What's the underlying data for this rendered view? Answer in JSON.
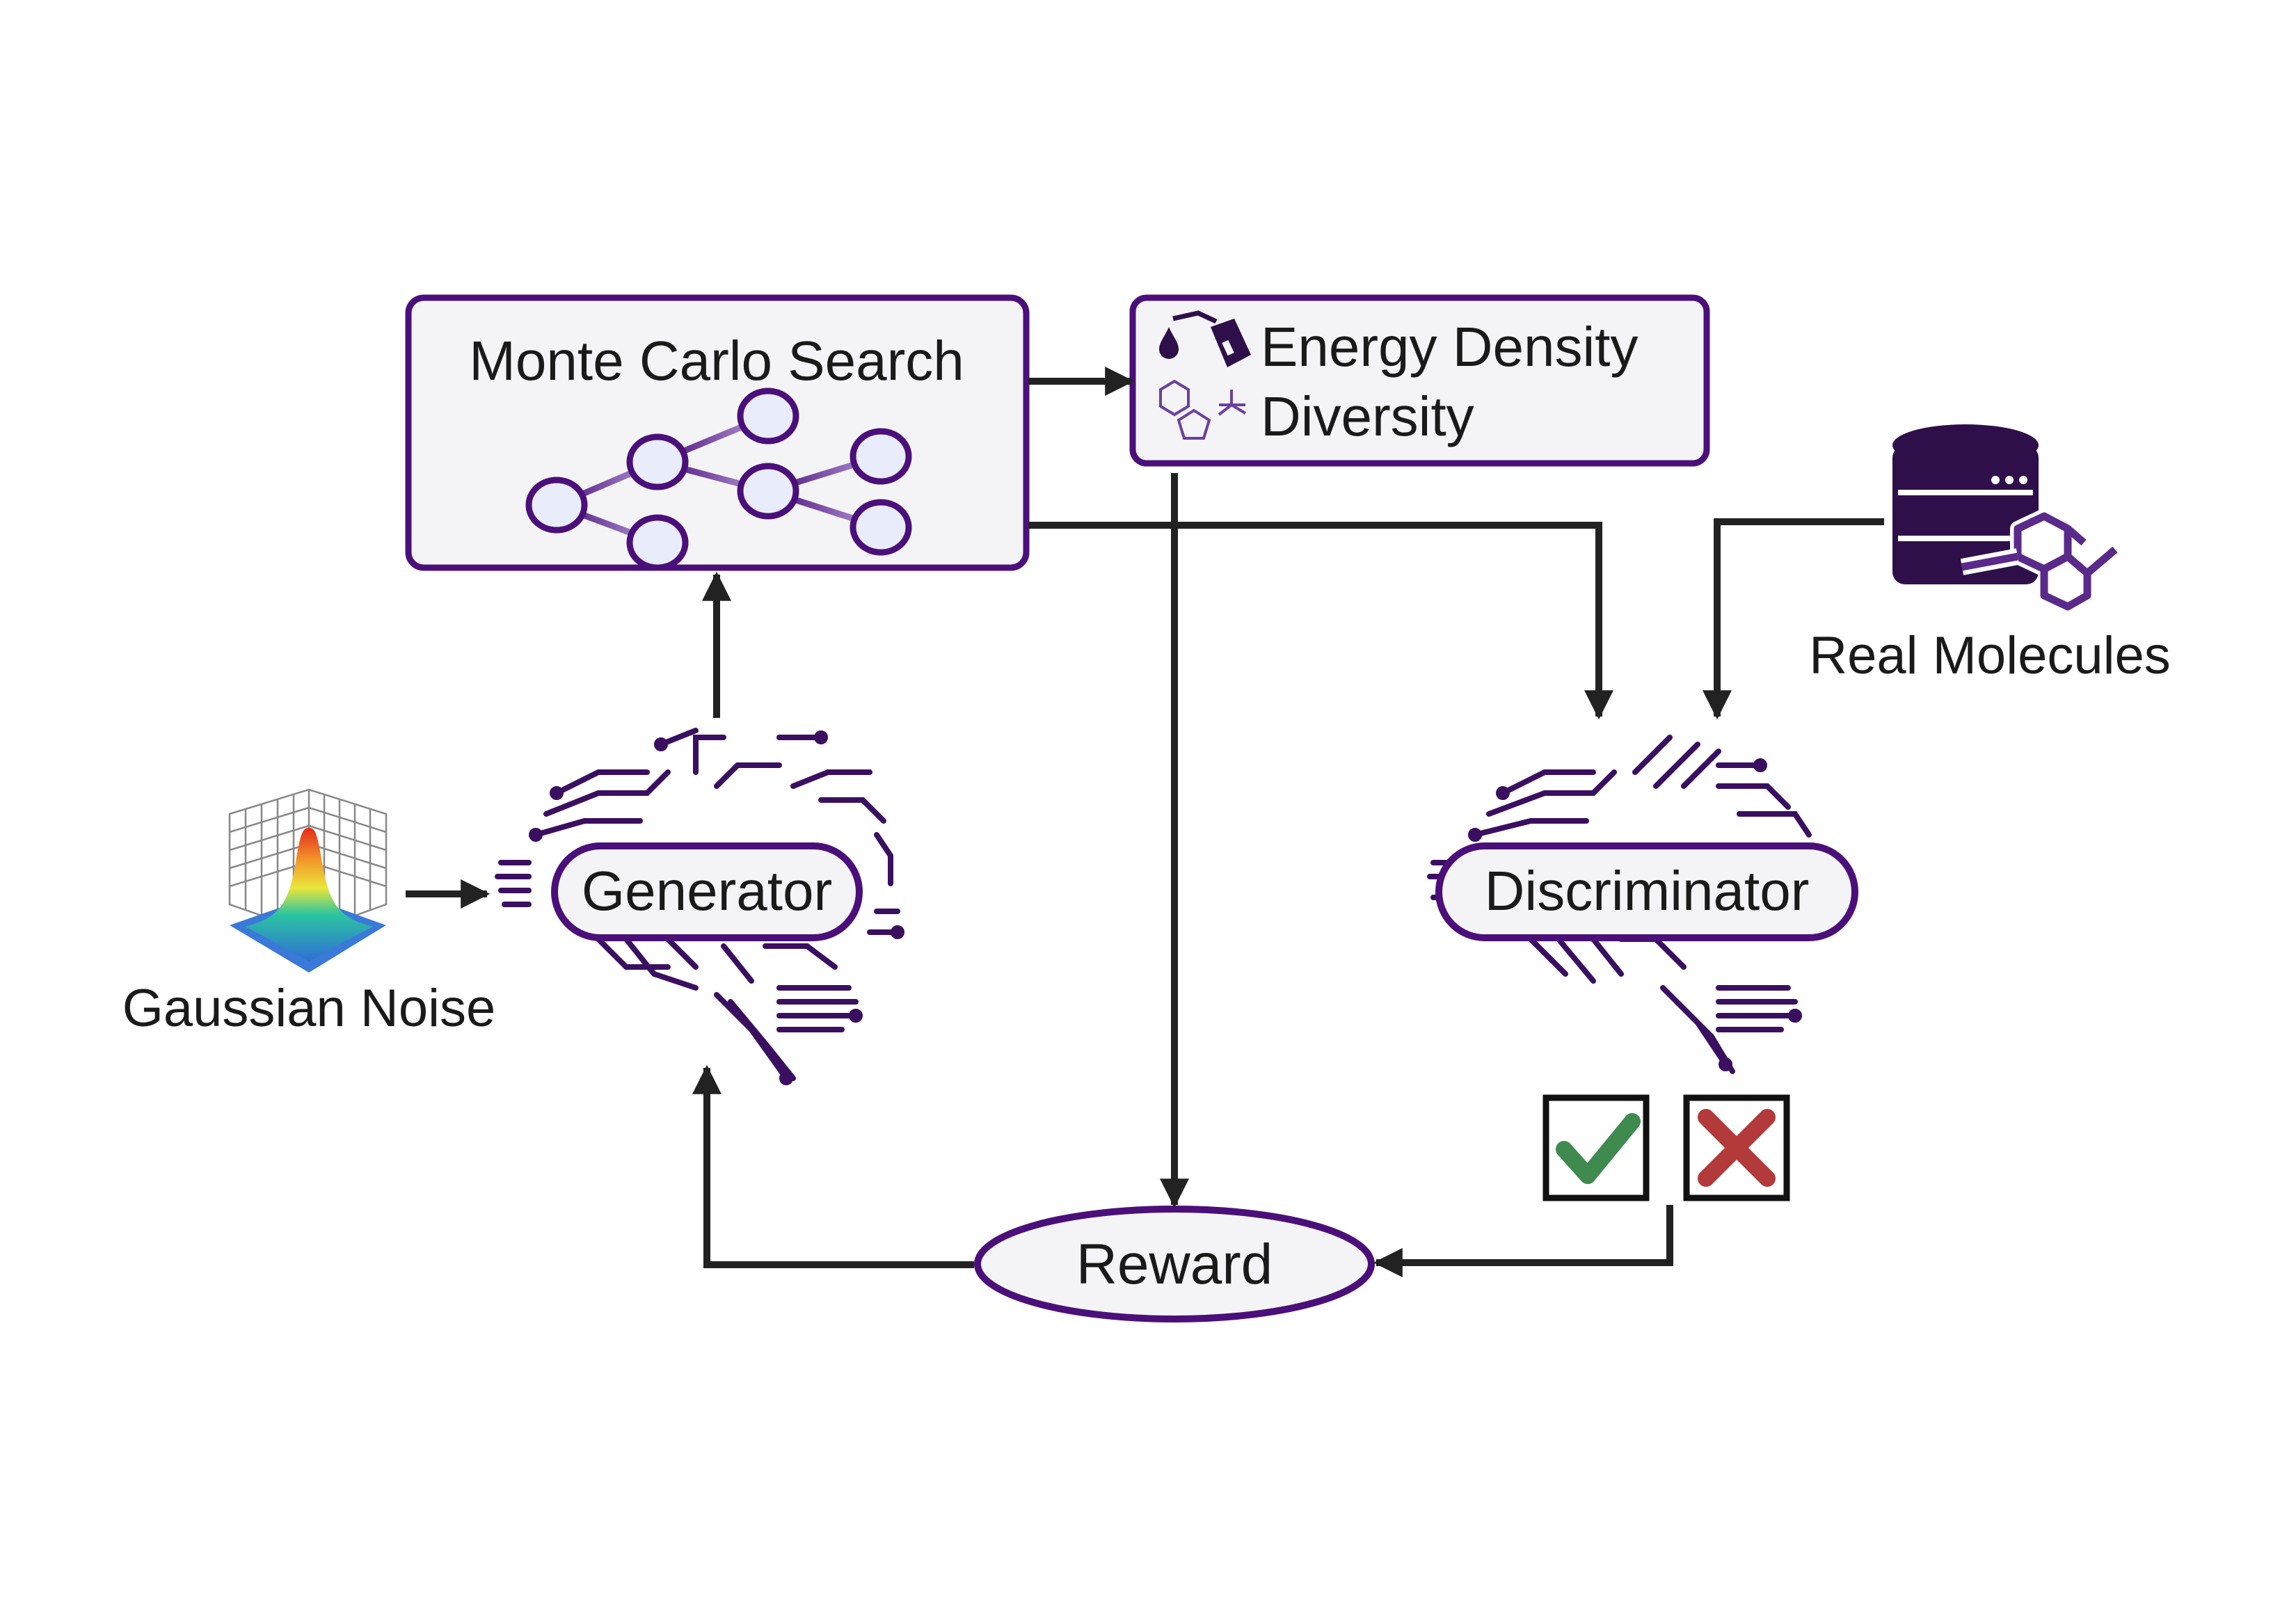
{
  "boxes": {
    "monte_carlo": {
      "title": "Monte Carlo Search"
    },
    "objectives": {
      "line1": "Energy Density",
      "line2": "Diversity"
    }
  },
  "nodes": {
    "generator": "Generator",
    "discriminator": "Discriminator",
    "reward": "Reward"
  },
  "labels": {
    "gaussian_noise": "Gaussian Noise",
    "real_molecules": "Real Molecules"
  },
  "colors": {
    "purple": "#4b0f7a",
    "box_fill": "#f4f4f6",
    "node_fill": "#e9ecfb",
    "arrow": "#222222",
    "check": "#3f8a4f",
    "cross": "#b23a3a",
    "database": "#2f0f4a"
  },
  "icons": [
    "droplet-icon",
    "fuel-pump-icon",
    "molecule-fragment-icon",
    "gaussian-surface-icon",
    "brain-circuit-icon",
    "database-icon",
    "check-icon",
    "cross-icon"
  ]
}
